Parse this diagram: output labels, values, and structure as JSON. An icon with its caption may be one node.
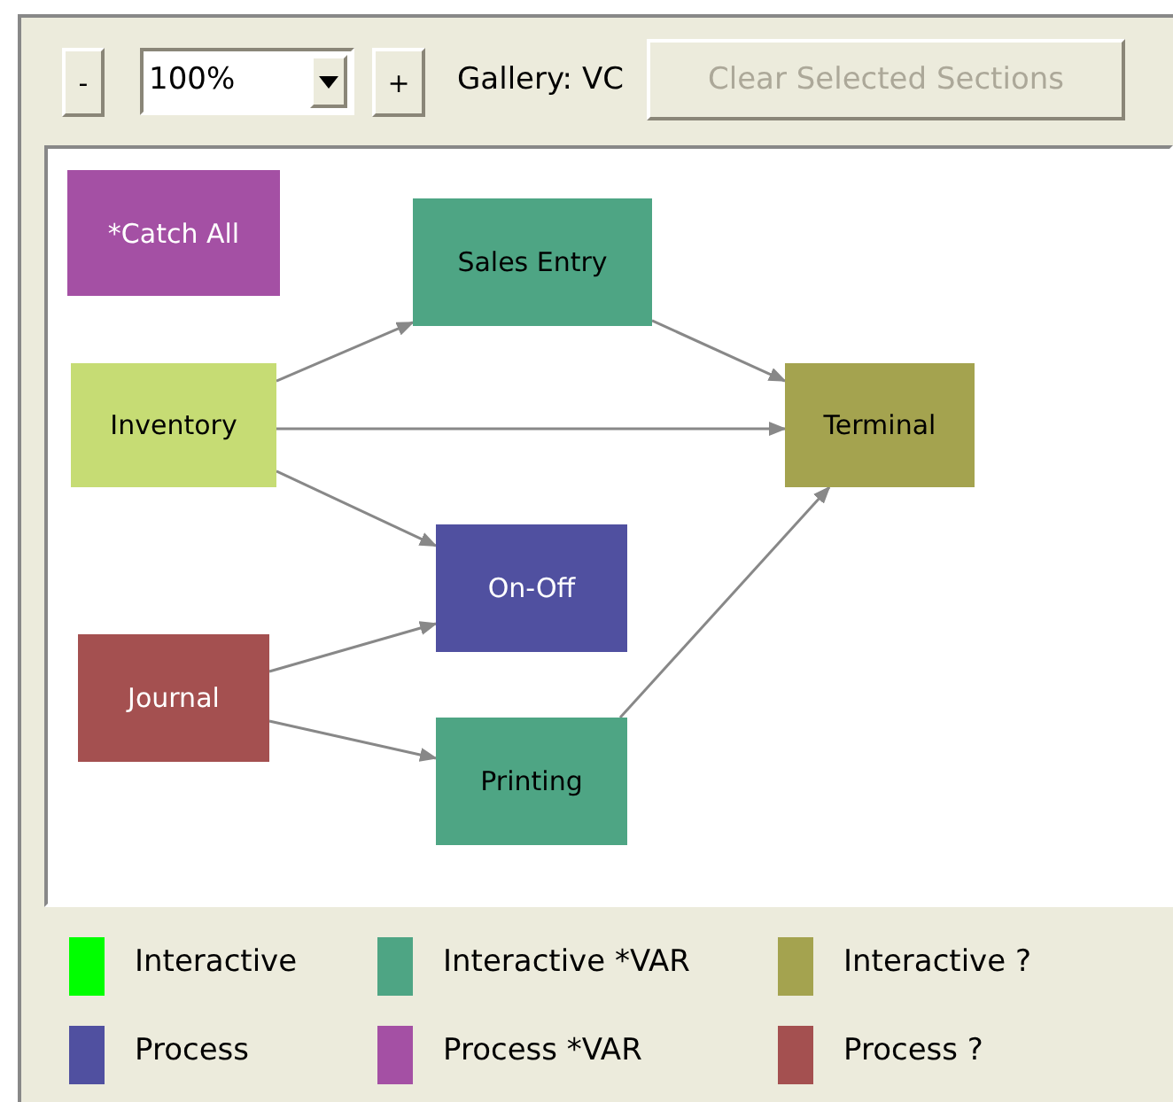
{
  "diagram": {
    "nodes": [
      {
        "text": [
          "*Catch All"
        ]
      },
      {
        "text": [
          "Sales Entry"
        ]
      },
      {
        "text": [
          "Inventory"
        ]
      },
      {
        "text": [
          "Terminal"
        ]
      },
      {
        "text": [
          "On-Off"
        ]
      },
      {
        "text": [
          "Journal"
        ]
      },
      {
        "text": [
          "Printing"
        ]
      }
    ],
    "edges": [
      {
        "from": 2,
        "to": 1,
        "arrow": "to"
      },
      {
        "from": 1,
        "to": 3,
        "arrow": "to"
      },
      {
        "from": 2,
        "to": 3,
        "arrow": "to"
      },
      {
        "from": 2,
        "to": 4,
        "arrow": "to"
      },
      {
        "from": 5,
        "to": 4,
        "arrow": "to"
      },
      {
        "from": 5,
        "to": 6,
        "arrow": "to"
      },
      {
        "from": 6,
        "to": 3,
        "arrow": "to"
      }
    ],
    "labels": [
      "-",
      "100%",
      "+",
      "Gallery: VC",
      "Clear Selected Sections"
    ],
    "legend": [
      {
        "text": "Interactive",
        "color": "#00ff00"
      },
      {
        "text": "Interactive *VAR",
        "color": "#4ea584"
      },
      {
        "text": "Interactive ?",
        "color": "#a4a34f"
      },
      {
        "text": "Process",
        "color": "#5050a0"
      },
      {
        "text": "Process *VAR",
        "color": "#a450a4"
      },
      {
        "text": "Process ?",
        "color": "#a45050"
      }
    ]
  }
}
